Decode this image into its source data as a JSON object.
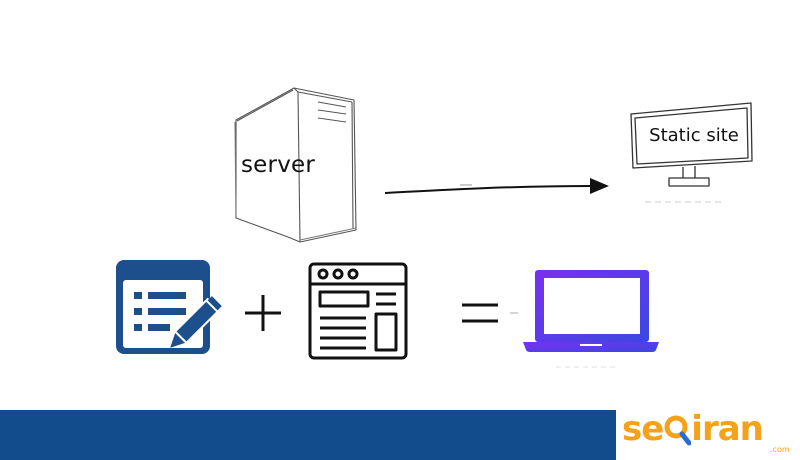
{
  "diagram": {
    "server_label": "server",
    "static_site_label": "Static site",
    "plus_symbol": "+",
    "equals_symbol": "="
  },
  "footer": {
    "bar_color": "#134c8d",
    "logo_text_pre": "se",
    "logo_text_post": "iran",
    "logo_subtext": ".com",
    "logo_color": "#f5a21a"
  },
  "colors": {
    "edit_icon": "#1c4f8c",
    "laptop_gradient_start": "#7b2ff0",
    "laptop_gradient_end": "#3a48e0"
  },
  "icons": [
    "server-icon",
    "monitor-icon",
    "arrow-icon",
    "edit-list-icon",
    "webpage-layout-icon",
    "laptop-icon",
    "magnifier-icon"
  ]
}
